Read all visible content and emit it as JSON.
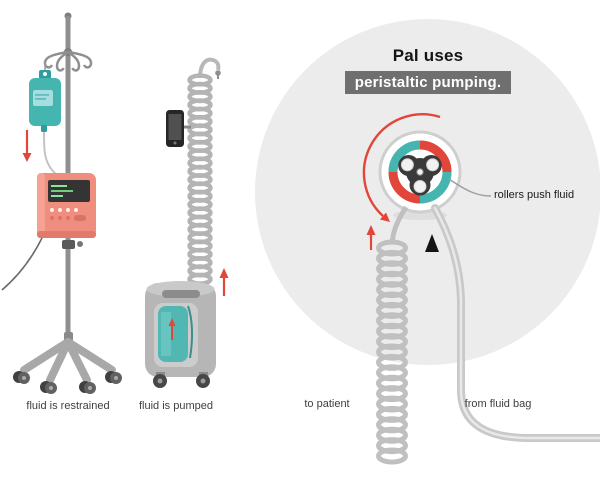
{
  "headline": {
    "line1": "Pal uses",
    "line2": "peristaltic pumping."
  },
  "captions": {
    "left": "fluid is restrained",
    "middle": "fluid is pumped",
    "to_patient": "to patient",
    "from_fluid_bag": "from fluid bag"
  },
  "annotations": {
    "rollers": "rollers push fluid"
  },
  "colors": {
    "accent_red": "#e2453a",
    "teal": "#45b5b0",
    "coral_pump": "#ef8d7e",
    "circle_bg": "#ececec",
    "tube_gray": "#c0c0c0",
    "dark_gray_label_bg": "#6f6f6f",
    "rotor_dark": "#3a3a3a"
  }
}
